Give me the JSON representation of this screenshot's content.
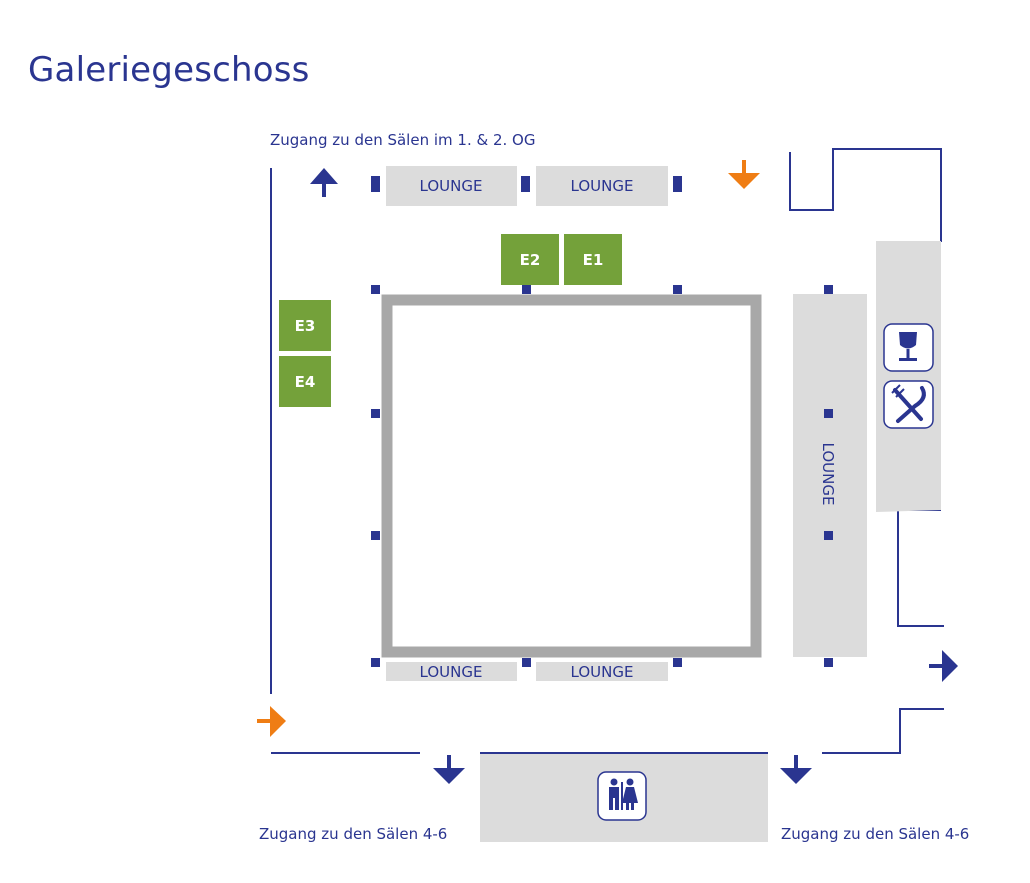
{
  "title": "Galeriegeschoss",
  "colors": {
    "navy": "#2a3590",
    "orange": "#ef7d14",
    "green": "#74a13a",
    "lounge": "#dcdcdc",
    "hall_border": "#a8a8a8"
  },
  "labels": {
    "access_upper": "Zugang zu den Sälen im 1. & 2. OG",
    "access_halls_left": "Zugang zu den Sälen 4-6",
    "access_halls_right": "Zugang zu den Sälen 4-6"
  },
  "lounges": {
    "top_left": "LOUNGE",
    "top_right": "LOUNGE",
    "bottom_left": "LOUNGE",
    "bottom_right": "LOUNGE",
    "right_vertical": "LOUNGE"
  },
  "booths": {
    "e1": "E1",
    "e2": "E2",
    "e3": "E3",
    "e4": "E4"
  },
  "icons": [
    "wine-glass-icon",
    "cutlery-icon",
    "restroom-icon"
  ]
}
